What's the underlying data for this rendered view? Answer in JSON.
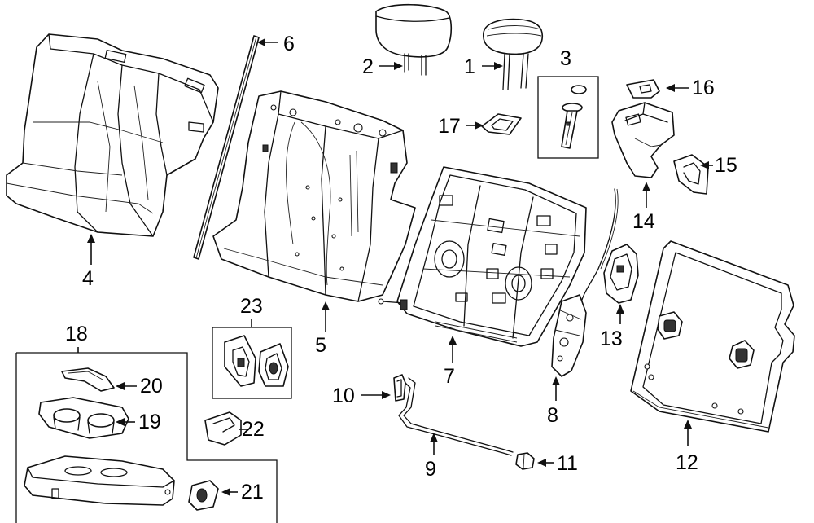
{
  "diagram": {
    "callouts": {
      "c1": "1",
      "c2": "2",
      "c3": "3",
      "c4": "4",
      "c5": "5",
      "c6": "6",
      "c7": "7",
      "c8": "8",
      "c9": "9",
      "c10": "10",
      "c11": "11",
      "c12": "12",
      "c13": "13",
      "c14": "14",
      "c15": "15",
      "c16": "16",
      "c17": "17",
      "c18": "18",
      "c19": "19",
      "c20": "20",
      "c21": "21",
      "c22": "22",
      "c23": "23"
    },
    "colors": {
      "line": "#111111",
      "background": "#ffffff"
    }
  }
}
